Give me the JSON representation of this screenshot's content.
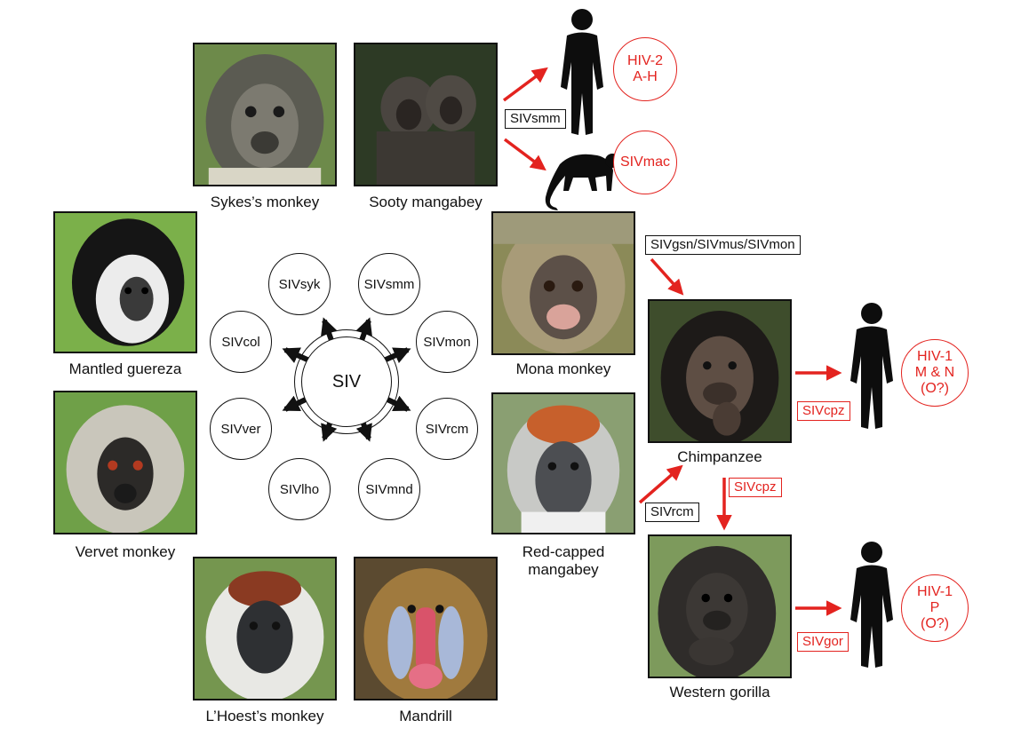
{
  "species": {
    "sykes": "Sykes’s monkey",
    "sooty": "Sooty mangabey",
    "guereza": "Mantled guereza",
    "mona": "Mona monkey",
    "vervet": "Vervet monkey",
    "redcapped": "Red-capped\nmangabey",
    "lhoest": "L’Hoest’s monkey",
    "mandrill": "Mandrill",
    "chimp": "Chimpanzee",
    "gorilla": "Western gorilla"
  },
  "center": "SIV",
  "ring": [
    "SIVsyk",
    "SIVsmm",
    "SIVmon",
    "SIVrcm",
    "SIVmnd",
    "SIVlho",
    "SIVver",
    "SIVcol"
  ],
  "boxes": {
    "smm": "SIVsmm",
    "gsn": "SIVgsn/SIVmus/SIVmon",
    "rcm": "SIVrcm",
    "cpz1": "SIVcpz",
    "cpz2": "SIVcpz",
    "gor": "SIVgor"
  },
  "outcomes": {
    "hiv2": [
      "HIV-2",
      "A-H"
    ],
    "mac": [
      "SIVmac"
    ],
    "hiv1mn": [
      "HIV-1",
      "M & N",
      "(O?)"
    ],
    "hiv1p": [
      "HIV-1",
      "P",
      "(O?)"
    ]
  },
  "colors": {
    "accent": "#e3231f",
    "ink": "#111111"
  }
}
